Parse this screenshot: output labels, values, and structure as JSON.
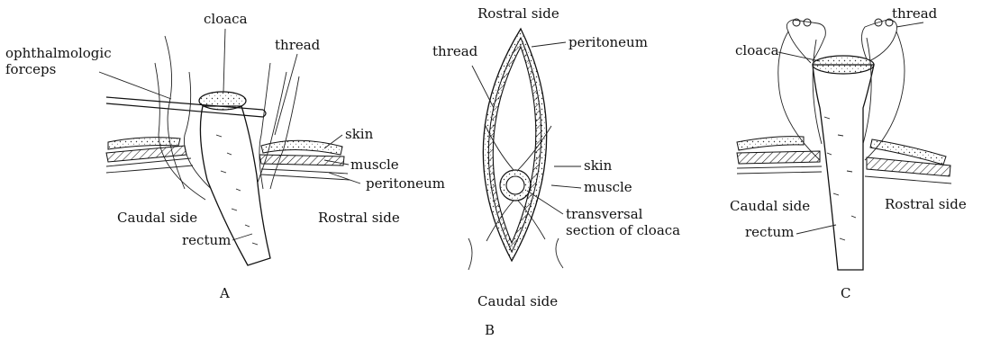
{
  "panel_a": {
    "label": "A",
    "cloaca": "cloaca",
    "forceps_line1": "ophthalmologic",
    "forceps_line2": "forceps",
    "thread": "thread",
    "skin": "skin",
    "muscle": "muscle",
    "peritoneum": "peritoneum",
    "caudal": "Caudal side",
    "rostral": "Rostral side",
    "rectum": "rectum"
  },
  "panel_b": {
    "label": "B",
    "rostral": "Rostral side",
    "caudal": "Caudal side",
    "thread": "thread",
    "peritoneum": "peritoneum",
    "skin": "skin",
    "muscle": "muscle",
    "section_line1": "transversal",
    "section_line2": "section of cloaca"
  },
  "panel_c": {
    "label": "C",
    "cloaca": "cloaca",
    "thread": "thread",
    "caudal": "Caudal side",
    "rostral": "Rostral side",
    "rectum": "rectum"
  }
}
